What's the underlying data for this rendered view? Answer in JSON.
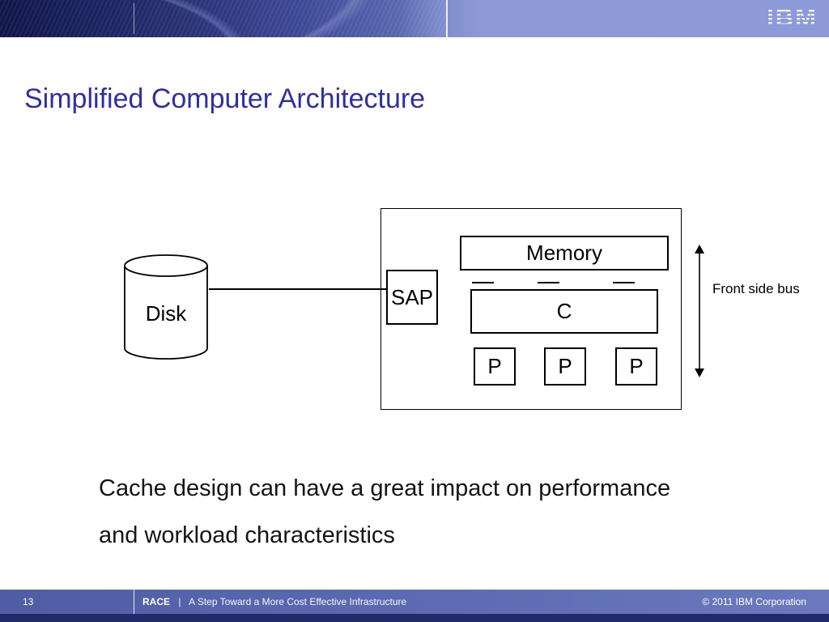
{
  "header": {
    "logo_text": "IBM"
  },
  "slide": {
    "title": "Simplified Computer Architecture"
  },
  "diagram": {
    "disk_label": "Disk",
    "sap_label": "SAP",
    "memory_label": "Memory",
    "cache_label": "C",
    "processor_labels": [
      "P",
      "P",
      "P"
    ],
    "front_side_bus_label": "Front side bus"
  },
  "body_text": {
    "line1": "Cache design can have a great impact on performance",
    "line2": "and workload characteristics"
  },
  "footer": {
    "page_number": "13",
    "brand": "RACE",
    "separator": "|",
    "subtitle": "A Step Toward a More Cost Effective Infrastructure",
    "copyright": "© 2011 IBM Corporation"
  },
  "colors": {
    "title_text": "#2E2FA3",
    "header_gradient_start": "#10164A",
    "header_gradient_end": "#8F9BD9",
    "footer_bar": "#5A69B0",
    "footer_bottom_strip": "#1F2A66",
    "diagram_stroke": "#000000",
    "body_text": "#141414"
  }
}
